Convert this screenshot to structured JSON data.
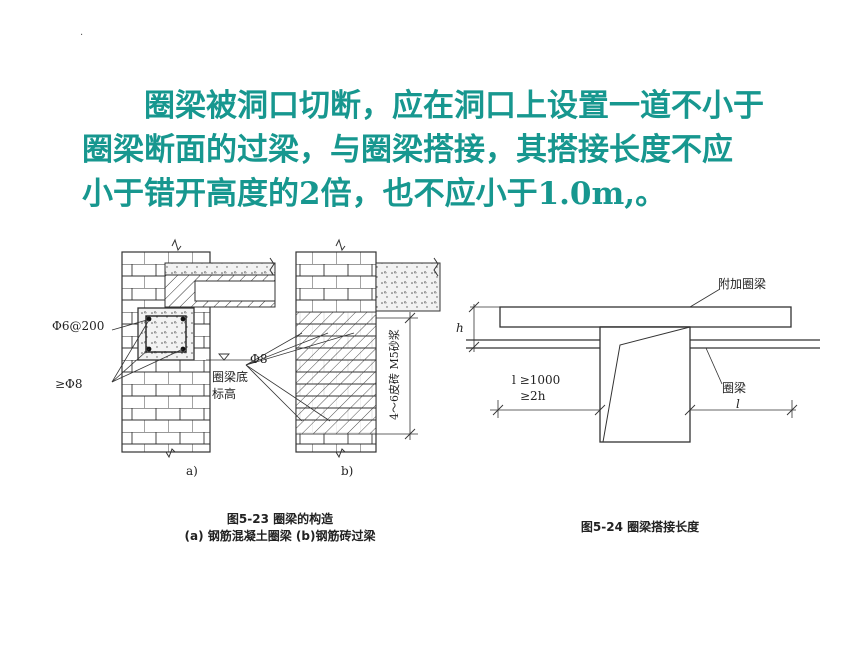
{
  "slide": {
    "paragraph_lines": [
      "圈梁被洞口切断，应在洞口上设置一道不小于",
      "圈梁断面的过梁，与圈梁搭接，其搭接长度不应",
      "小于错开高度的2倍，也不应小于1.0m,。"
    ]
  },
  "fig_left": {
    "labels": {
      "phi6_200": "Φ6@200",
      "ge_phi8": "≥Φ8",
      "phi8": "Φ8",
      "bottom_elev_1": "圈梁底",
      "bottom_elev_2": "标高",
      "vertical": "4～6皮砖 M5砂浆",
      "sub_a": "a)",
      "sub_b": "b)"
    },
    "caption_line1": "图5-23  圈梁的构造",
    "caption_line2": "(a)  钢筋混凝土圈梁  (b)钢筋砖过梁"
  },
  "fig_right": {
    "labels": {
      "additional": "附加圈梁",
      "h": "h",
      "l_cond_1": "l ≥1000",
      "l_cond_2": "≥2h",
      "ring": "圈梁",
      "l": "l"
    },
    "caption": "图5-24  圈梁搭接长度"
  }
}
